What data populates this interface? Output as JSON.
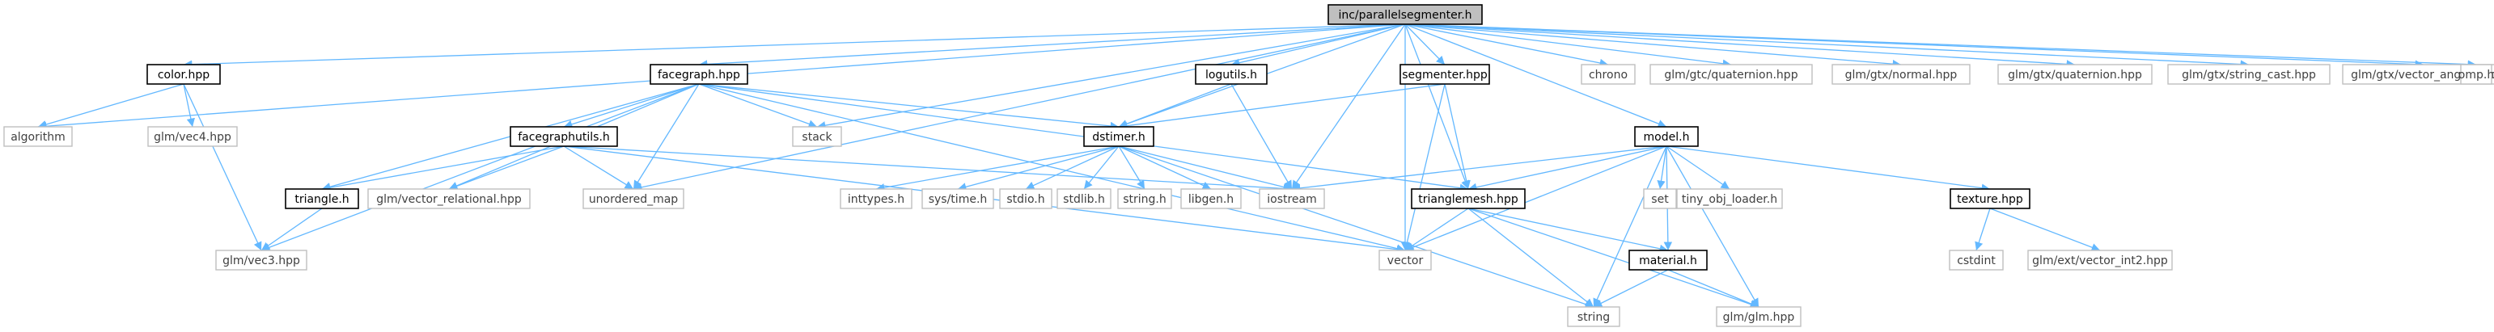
{
  "colors": {
    "edge": "#63b8ff",
    "root_fill": "#bfbfbf",
    "box_border": "#000000",
    "leaf_border": "#bfbfbf",
    "leaf_text": "#404040"
  },
  "nodes": [
    {
      "id": "root",
      "label": "inc/parallelsegmenter.h",
      "style": "root"
    },
    {
      "id": "color",
      "label": "color.hpp",
      "style": "bold"
    },
    {
      "id": "facegraph",
      "label": "facegraph.hpp",
      "style": "bold"
    },
    {
      "id": "logutils",
      "label": "logutils.h",
      "style": "bold"
    },
    {
      "id": "segmenter",
      "label": "segmenter.hpp",
      "style": "bold"
    },
    {
      "id": "chrono",
      "label": "chrono",
      "style": "plain"
    },
    {
      "id": "quaternion_gtc",
      "label": "glm/gtc/quaternion.hpp",
      "style": "plain"
    },
    {
      "id": "normal",
      "label": "glm/gtx/normal.hpp",
      "style": "plain"
    },
    {
      "id": "quaternion_gtx",
      "label": "glm/gtx/quaternion.hpp",
      "style": "plain"
    },
    {
      "id": "string_cast",
      "label": "glm/gtx/string_cast.hpp",
      "style": "plain"
    },
    {
      "id": "vector_angle",
      "label": "glm/gtx/vector_angle.hpp",
      "style": "plain"
    },
    {
      "id": "omp",
      "label": "omp.h",
      "style": "plain"
    },
    {
      "id": "algorithm",
      "label": "algorithm",
      "style": "plain"
    },
    {
      "id": "vec4",
      "label": "glm/vec4.hpp",
      "style": "plain"
    },
    {
      "id": "facegraphutils",
      "label": "facegraphutils.h",
      "style": "bold"
    },
    {
      "id": "stack",
      "label": "stack",
      "style": "plain"
    },
    {
      "id": "dstimer",
      "label": "dstimer.h",
      "style": "bold"
    },
    {
      "id": "model",
      "label": "model.h",
      "style": "bold"
    },
    {
      "id": "triangle",
      "label": "triangle.h",
      "style": "bold"
    },
    {
      "id": "vector_relational",
      "label": "glm/vector_relational.hpp",
      "style": "plain"
    },
    {
      "id": "unordered_map",
      "label": "unordered_map",
      "style": "plain"
    },
    {
      "id": "inttypes",
      "label": "inttypes.h",
      "style": "plain"
    },
    {
      "id": "systime",
      "label": "sys/time.h",
      "style": "plain"
    },
    {
      "id": "stdio",
      "label": "stdio.h",
      "style": "plain"
    },
    {
      "id": "stdlib",
      "label": "stdlib.h",
      "style": "plain"
    },
    {
      "id": "stringh",
      "label": "string.h",
      "style": "plain"
    },
    {
      "id": "libgen",
      "label": "libgen.h",
      "style": "plain"
    },
    {
      "id": "iostream",
      "label": "iostream",
      "style": "plain"
    },
    {
      "id": "trianglemesh",
      "label": "trianglemesh.hpp",
      "style": "bold"
    },
    {
      "id": "set",
      "label": "set",
      "style": "plain"
    },
    {
      "id": "tiny_obj",
      "label": "tiny_obj_loader.h",
      "style": "plain"
    },
    {
      "id": "texture",
      "label": "texture.hpp",
      "style": "bold"
    },
    {
      "id": "vec3",
      "label": "glm/vec3.hpp",
      "style": "plain"
    },
    {
      "id": "vector",
      "label": "vector",
      "style": "plain"
    },
    {
      "id": "material",
      "label": "material.h",
      "style": "bold"
    },
    {
      "id": "cstdint",
      "label": "cstdint",
      "style": "plain"
    },
    {
      "id": "vector_int2",
      "label": "glm/ext/vector_int2.hpp",
      "style": "plain"
    },
    {
      "id": "string",
      "label": "string",
      "style": "plain"
    },
    {
      "id": "glm",
      "label": "glm/glm.hpp",
      "style": "plain"
    }
  ],
  "edges": [
    [
      "root",
      "color"
    ],
    [
      "root",
      "facegraph"
    ],
    [
      "root",
      "logutils"
    ],
    [
      "root",
      "segmenter"
    ],
    [
      "root",
      "chrono"
    ],
    [
      "root",
      "quaternion_gtc"
    ],
    [
      "root",
      "normal"
    ],
    [
      "root",
      "quaternion_gtx"
    ],
    [
      "root",
      "string_cast"
    ],
    [
      "root",
      "vector_angle"
    ],
    [
      "root",
      "omp"
    ],
    [
      "root",
      "algorithm"
    ],
    [
      "root",
      "stack"
    ],
    [
      "root",
      "dstimer"
    ],
    [
      "root",
      "unordered_map"
    ],
    [
      "root",
      "iostream"
    ],
    [
      "root",
      "trianglemesh"
    ],
    [
      "root",
      "vector"
    ],
    [
      "root",
      "model"
    ],
    [
      "color",
      "algorithm"
    ],
    [
      "color",
      "vec4"
    ],
    [
      "color",
      "vec3"
    ],
    [
      "facegraph",
      "facegraphutils"
    ],
    [
      "facegraph",
      "stack"
    ],
    [
      "facegraph",
      "dstimer"
    ],
    [
      "facegraph",
      "triangle"
    ],
    [
      "facegraph",
      "vector_relational"
    ],
    [
      "facegraph",
      "unordered_map"
    ],
    [
      "facegraph",
      "trianglemesh"
    ],
    [
      "facegraph",
      "vec3"
    ],
    [
      "facegraph",
      "vector"
    ],
    [
      "logutils",
      "dstimer"
    ],
    [
      "logutils",
      "iostream"
    ],
    [
      "segmenter",
      "dstimer"
    ],
    [
      "segmenter",
      "trianglemesh"
    ],
    [
      "segmenter",
      "vector"
    ],
    [
      "facegraphutils",
      "triangle"
    ],
    [
      "facegraphutils",
      "vector_relational"
    ],
    [
      "facegraphutils",
      "unordered_map"
    ],
    [
      "facegraphutils",
      "iostream"
    ],
    [
      "facegraphutils",
      "vector"
    ],
    [
      "triangle",
      "vec3"
    ],
    [
      "dstimer",
      "inttypes"
    ],
    [
      "dstimer",
      "systime"
    ],
    [
      "dstimer",
      "stdio"
    ],
    [
      "dstimer",
      "stdlib"
    ],
    [
      "dstimer",
      "stringh"
    ],
    [
      "dstimer",
      "libgen"
    ],
    [
      "dstimer",
      "iostream"
    ],
    [
      "dstimer",
      "string"
    ],
    [
      "model",
      "iostream"
    ],
    [
      "model",
      "set"
    ],
    [
      "model",
      "tiny_obj"
    ],
    [
      "model",
      "texture"
    ],
    [
      "model",
      "trianglemesh"
    ],
    [
      "model",
      "material"
    ],
    [
      "model",
      "vector"
    ],
    [
      "model",
      "string"
    ],
    [
      "model",
      "glm"
    ],
    [
      "trianglemesh",
      "vector"
    ],
    [
      "trianglemesh",
      "material"
    ],
    [
      "trianglemesh",
      "string"
    ],
    [
      "trianglemesh",
      "glm"
    ],
    [
      "material",
      "string"
    ],
    [
      "material",
      "glm"
    ],
    [
      "texture",
      "cstdint"
    ],
    [
      "texture",
      "vector_int2"
    ]
  ]
}
